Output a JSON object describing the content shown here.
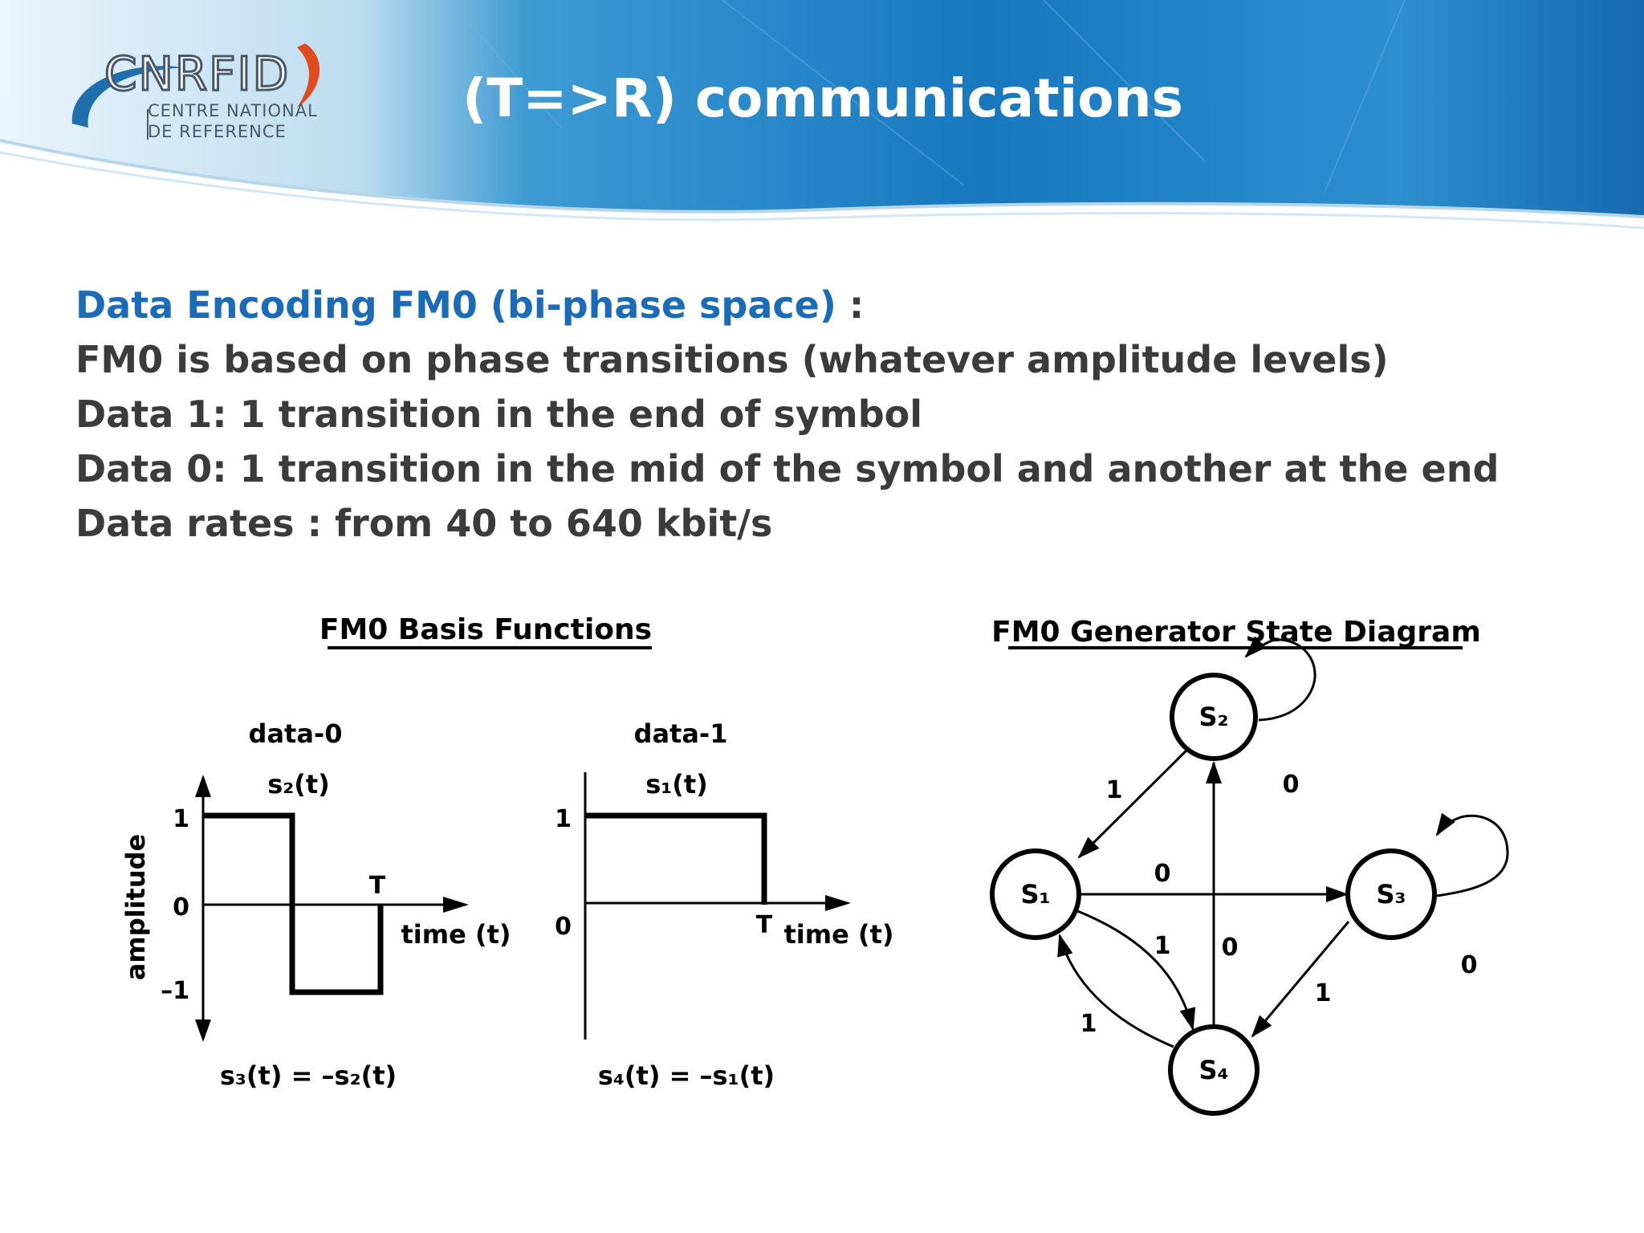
{
  "logo": {
    "main": "CNRFID",
    "line1": "CENTRE NATIONAL",
    "line2": "DE REFERENCE"
  },
  "title": "(T=>R) communications",
  "body": {
    "heading": "Data Encoding FM0 (bi-phase space)",
    "heading_suffix": " :",
    "lines": [
      "FM0 is based on phase transitions (whatever amplitude levels)",
      "Data 1: 1 transition in the end of symbol",
      "Data 0: 1 transition in the mid of the symbol and another at the end",
      "Data rates : from 40 to 640 kbit/s"
    ]
  },
  "basis": {
    "title": "FM0 Basis Functions",
    "data0": {
      "label": "data-0",
      "func": "s₂(t)",
      "ylabel": "amplitude",
      "tick_1": "1",
      "tick_0": "0",
      "tick_m1": "–1",
      "t_label": "T",
      "xlabel": "time (t)",
      "caption": "s₃(t) = –s₂(t)"
    },
    "data1": {
      "label": "data-1",
      "func": "s₁(t)",
      "tick_1": "1",
      "tick_0": "0",
      "t_label": "T",
      "xlabel": "time (t)",
      "caption": "s₄(t) = –s₁(t)"
    }
  },
  "state_diagram": {
    "title": "FM0 Generator State Diagram",
    "states": {
      "s1": "S₁",
      "s2": "S₂",
      "s3": "S₃",
      "s4": "S₄"
    },
    "transitions": {
      "s2_to_s1": "1",
      "s2_self": "0",
      "s1_to_s3": "0",
      "s3_self": "0",
      "s1_to_s4": "1",
      "s4_to_s2": "0",
      "s3_to_s4": "1",
      "s4_to_s1": "1"
    }
  },
  "colors": {
    "header_blue": "#1f7fc4",
    "heading_blue": "#1a6cb8",
    "body_text": "#3b3b3b"
  }
}
